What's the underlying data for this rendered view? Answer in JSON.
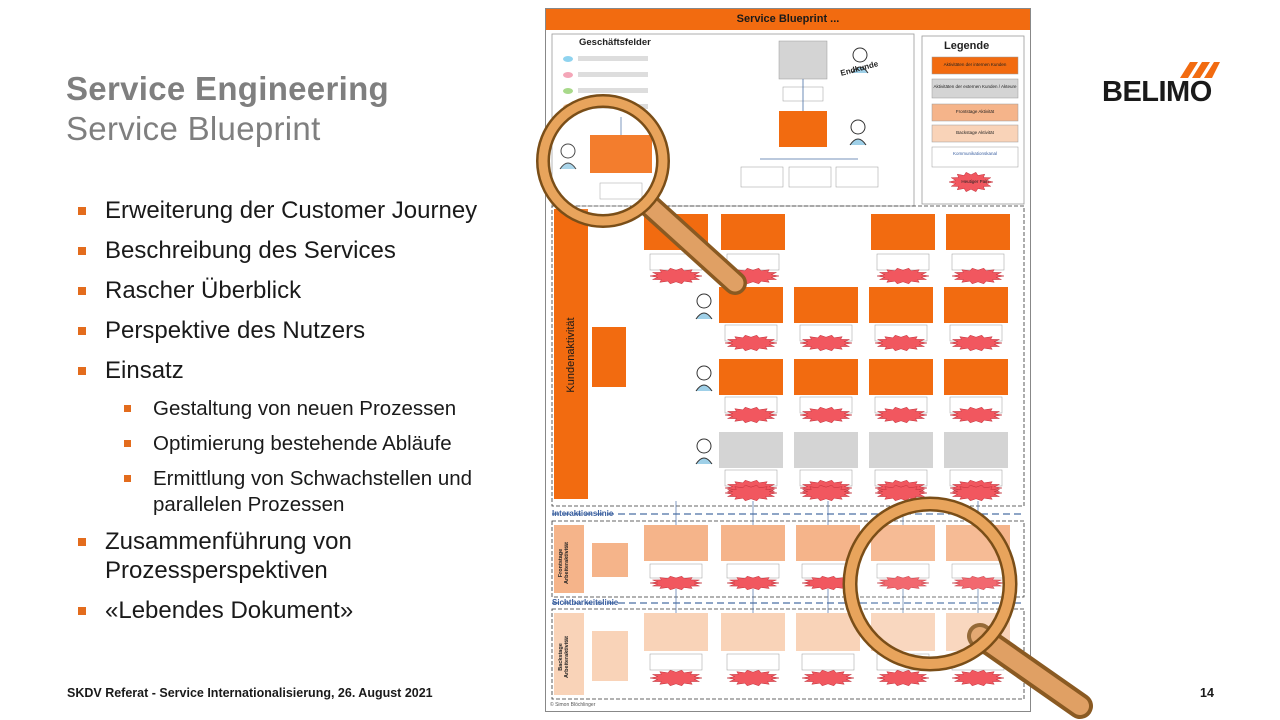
{
  "slide": {
    "title": "Service Engineering",
    "subtitle": "Service Blueprint",
    "bullets": [
      {
        "text": "Erweiterung der Customer Journey",
        "level": 1
      },
      {
        "text": "Beschreibung des Services",
        "level": 1
      },
      {
        "text": "Rascher Überblick",
        "level": 1
      },
      {
        "text": "Perspektive des Nutzers",
        "level": 1
      },
      {
        "text": "Einsatz",
        "level": 1
      },
      {
        "text": "Gestaltung von neuen Prozessen",
        "level": 2
      },
      {
        "text": "Optimierung bestehende Abläufe",
        "level": 2
      },
      {
        "text": "Ermittlung von Schwachstellen und parallelen Prozessen",
        "level": 2
      },
      {
        "text": "Zusammenführung von Prozessperspektiven",
        "level": 1
      },
      {
        "text": "«Lebendes Dokument»",
        "level": 1
      }
    ],
    "footer": "SKDV Referat - Service Internationalisierung, 26. August 2021",
    "page_number": "14",
    "logo_text": "BELIMO"
  },
  "blueprint": {
    "title": "Service Blueprint ...",
    "geschaeftsfelder": "Geschäftsfelder",
    "endkunde": "Endkunde",
    "legend_title": "Legende",
    "legend_items": [
      "Aktivitäten der internen Kunden",
      "Aktivitäten der externen Kunden / Akteure",
      "Frontstage Aktivität",
      "Backstage Aktivität",
      "Kommunikationskanal",
      "Heutiger Pain"
    ],
    "lane_kunden": "Kundenaktivität",
    "interaktionslinie": "Interaktionslinie",
    "sichtbarkeitslinie": "Sichtbarkeitslinie",
    "lane_frontstage": "Frontstage Arbeiteraktivität",
    "lane_backstage": "Backstage Arbeiteraktivität",
    "copyright": "© Simon Blöchlinger"
  },
  "colors": {
    "accent": "#e36c1d",
    "orange_box": "#f26b10",
    "grey_box": "#d4d4d4",
    "frontstage": "#f5b48a",
    "backstage": "#f9d3b8",
    "pain": "#f1575f",
    "title_grey": "#7f7f7f",
    "lane_line": "#4a6fa5"
  },
  "icons": [
    "magnifier-icon",
    "person-icon",
    "bullet-square-icon"
  ]
}
